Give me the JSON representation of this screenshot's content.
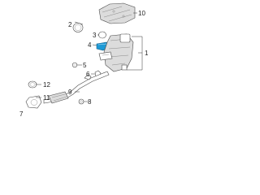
{
  "callouts": {
    "c1": "1",
    "c2": "2",
    "c3": "3",
    "c4": "4",
    "c5": "5",
    "c6": "6",
    "c7": "7",
    "c8": "8",
    "c9": "9",
    "c10": "10",
    "c11": "11",
    "c12": "12"
  },
  "highlight_color": "#1e9ad6"
}
